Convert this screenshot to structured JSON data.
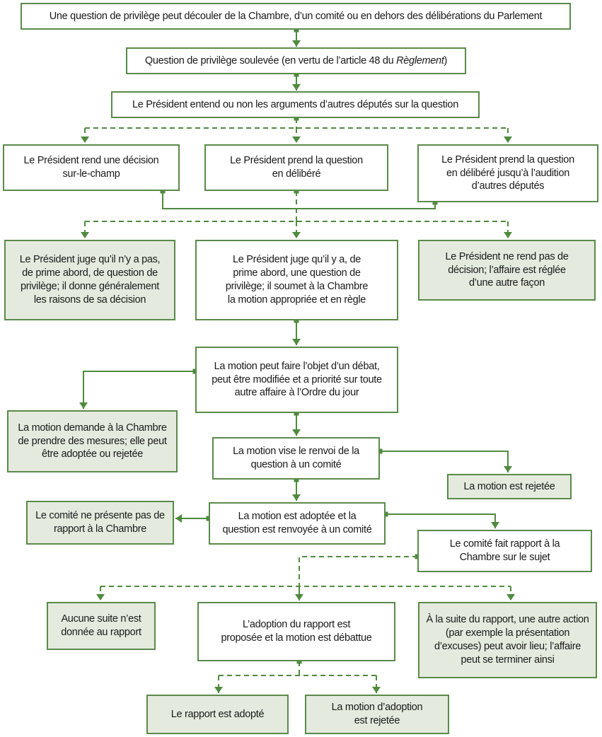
{
  "colors": {
    "border": "#5a8a4a",
    "connector": "#4f8a3e",
    "shaded_fill": "#e4ebde",
    "text": "#1a1a1a"
  },
  "nodes": {
    "origin": {
      "lines": [
        "Une question de privilège peut découler de la Chambre, d’un comité ou en dehors des délibérations du Parlement"
      ]
    },
    "raised": {
      "prefix": "Question de privilège soulevée (en vertu de l’article 48 du ",
      "italic": "Règlement",
      "suffix": ")"
    },
    "hears": {
      "lines": [
        "Le Président entend ou non les arguments d’autres députés sur la question"
      ]
    },
    "rule_spot": {
      "lines": [
        "Le Président rend une décision",
        "sur-le-champ"
      ]
    },
    "under_advisement": {
      "lines": [
        "Le Président prend la question",
        "en délibéré"
      ]
    },
    "advisement_hearing": {
      "lines": [
        "Le Président prend la question",
        "en délibéré jusqu’à l’audition",
        "d’autres députés"
      ]
    },
    "no_prima_facie": {
      "lines": [
        "Le Président juge qu’il n’y a pas,",
        "de prime abord, de question de",
        "privilège; il donne généralement",
        "les raisons de sa décision"
      ]
    },
    "prima_facie": {
      "lines": [
        "Le Président juge qu’il y a, de",
        "prime abord, une question de",
        "privilège; il soumet à la Chambre",
        "la motion appropriée et en règle"
      ]
    },
    "no_decision": {
      "lines": [
        "Le Président ne rend pas de",
        "décision; l’affaire est réglée",
        "d’une autre façon"
      ]
    },
    "motion_debate": {
      "lines": [
        "La motion peut faire l’objet d’un débat,",
        "peut être modifiée et a priorité sur toute",
        "autre affaire à l’Ordre du jour"
      ]
    },
    "motion_measures": {
      "lines": [
        "La motion demande à la Chambre",
        "de prendre des mesures; elle peut",
        "être adoptée ou rejetée"
      ]
    },
    "motion_referral": {
      "lines": [
        "La  motion vise le renvoi de la",
        "question à un comité"
      ]
    },
    "motion_rejected": {
      "lines": [
        "La motion est rejetée"
      ]
    },
    "no_report": {
      "lines": [
        "Le comité ne présente pas de",
        "rapport à la Chambre"
      ]
    },
    "motion_adopted": {
      "lines": [
        "La motion est adoptée et la",
        "question est renvoyée à un comité"
      ]
    },
    "committee_reports": {
      "lines": [
        "Le comité fait rapport à la",
        "Chambre sur le sujet"
      ]
    },
    "no_follow_up": {
      "lines": [
        "Aucune suite n’est",
        "donnée au rapport"
      ]
    },
    "adoption_proposed": {
      "lines": [
        "L’adoption du rapport est",
        "proposée et la motion est débattue"
      ]
    },
    "other_action": {
      "lines": [
        "À la suite du rapport, une autre action",
        "(par exemple la présentation",
        "d’excuses) peut avoir lieu; l’affaire",
        "peut se terminer ainsi"
      ]
    },
    "report_adopted": {
      "lines": [
        "Le rapport est adopté"
      ]
    },
    "adoption_rejected": {
      "lines": [
        "La motion d’adoption",
        "est rejetée"
      ]
    }
  }
}
